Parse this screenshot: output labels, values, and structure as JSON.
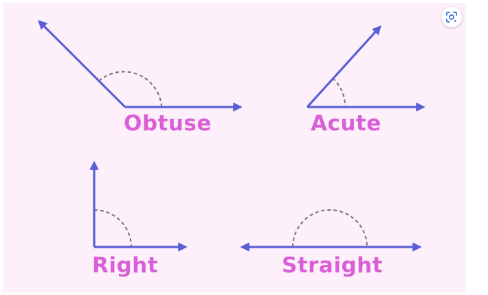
{
  "diagram": {
    "colors": {
      "ray": "#5b5fd6",
      "arc": "#7a6a7a",
      "label": "#d95fd6",
      "background": "#fdf0fb"
    },
    "angles": [
      {
        "label": "Obtuse",
        "degrees": 140
      },
      {
        "label": "Acute",
        "degrees": 50
      },
      {
        "label": "Right",
        "degrees": 90
      },
      {
        "label": "Straight",
        "degrees": 180
      }
    ]
  },
  "toolbar": {
    "lens_icon": "visual-search-icon"
  }
}
